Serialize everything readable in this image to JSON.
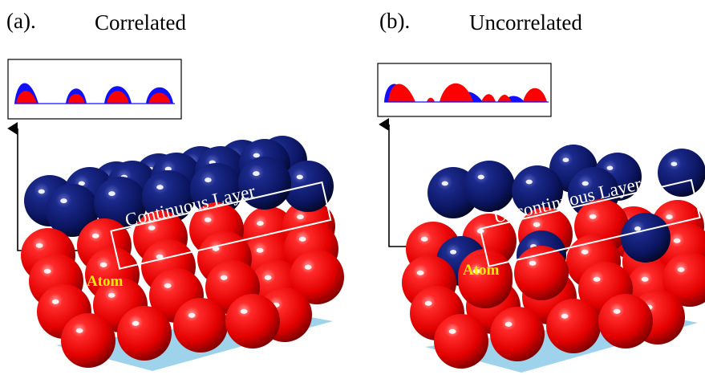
{
  "panels": [
    {
      "label": "(a).",
      "title": "Correlated",
      "layer_label": "Continuous Layer",
      "atom_label": "Atom"
    },
    {
      "label": "(b).",
      "title": "Uncorrelated",
      "layer_label": "Uncontinuous Layer",
      "atom_label": "Atom"
    }
  ],
  "colors": {
    "substrate_atom": "#e8000b",
    "top_atom": "#0c1660",
    "profile_blue": "#1010ff",
    "profile_red": "#ff0000",
    "box": "#ffffff",
    "atom_text": "#ffeb00",
    "base_plate": "#9fd3ec"
  }
}
